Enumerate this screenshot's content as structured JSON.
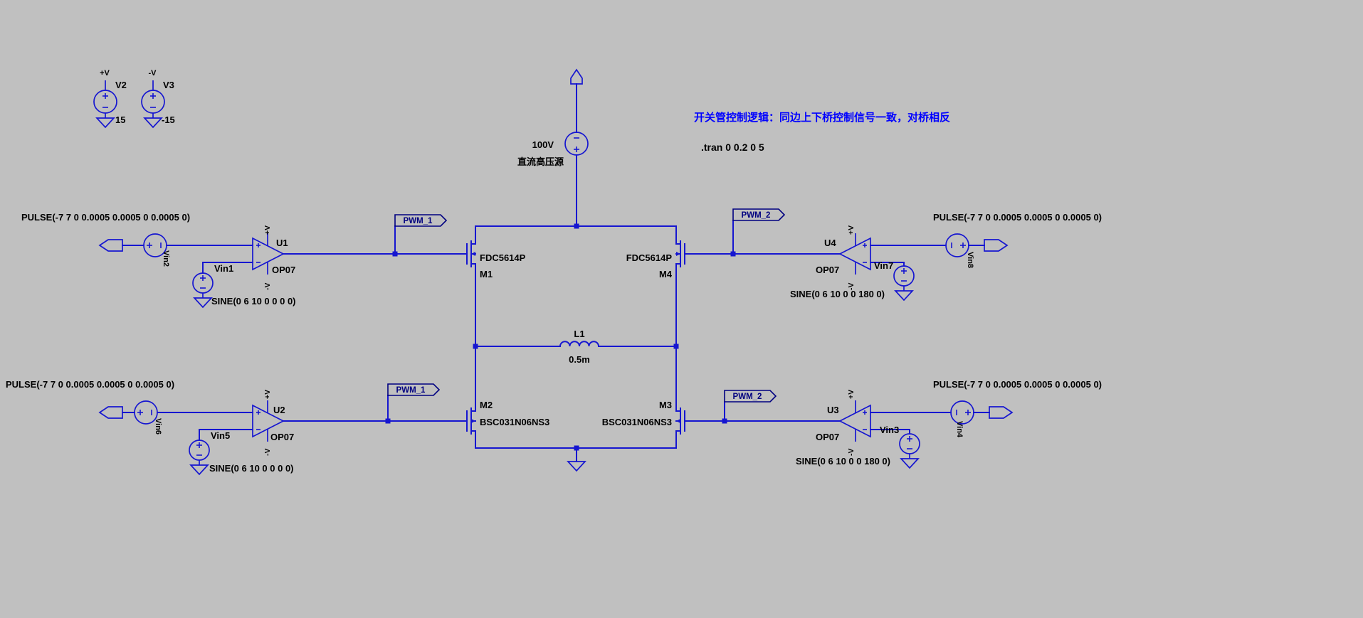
{
  "colors": {
    "background": "#c0c0c0",
    "wire": "#1616d0",
    "flag": "#000080",
    "comment": "#0000ff",
    "text": "#000000"
  },
  "rails": {
    "v2": {
      "flag": "+V",
      "name": "V2",
      "value": "15"
    },
    "v3": {
      "flag": "-V",
      "name": "V3",
      "value": "-15"
    }
  },
  "hv": {
    "value": "100V",
    "label": "直流高压源"
  },
  "note": {
    "text": "开关管控制逻辑：同边上下桥控制信号一致，对桥相反"
  },
  "directive": {
    "text": ".tran 0 0.2 0 5"
  },
  "flags": {
    "pwm1": "PWM_1",
    "pwm2": "PWM_2"
  },
  "bridge": {
    "m1_model": "FDC5614P",
    "m1_name": "M1",
    "m4_model": "FDC5614P",
    "m4_name": "M4",
    "m2_name": "M2",
    "m2_model": "BSC031N06NS3",
    "m3_name": "M3",
    "m3_model": "BSC031N06NS3",
    "l1_name": "L1",
    "l1_value": "0.5m"
  },
  "cells": {
    "tl": {
      "pulse": "PULSE(-7 7 0 0.0005 0.0005 0 0.0005 0)",
      "pulse_name": "Vin2",
      "amp_name": "U1",
      "amp_model": "OP07",
      "vplus": "+V",
      "vminus": "-V",
      "sine_name": "Vin1",
      "sine": "SINE(0 6 10 0 0 0 0)"
    },
    "tr": {
      "pulse": "PULSE(-7 7 0 0.0005 0.0005 0 0.0005 0)",
      "pulse_name": "Vin8",
      "amp_name": "U4",
      "amp_model": "OP07",
      "vplus": "+V",
      "vminus": "-V",
      "sine_name": "Vin7",
      "sine": "SINE(0 6 10 0 0 180 0)"
    },
    "bl": {
      "pulse": "PULSE(-7 7 0 0.0005 0.0005 0 0.0005 0)",
      "pulse_name": "Vin6",
      "amp_name": "U2",
      "amp_model": "OP07",
      "vplus": "+V",
      "vminus": "-V",
      "sine_name": "Vin5",
      "sine": "SINE(0 6 10 0 0 0 0)"
    },
    "br": {
      "pulse": "PULSE(-7 7 0 0.0005 0.0005 0 0.0005 0)",
      "pulse_name": "Vin4",
      "amp_name": "U3",
      "amp_model": "OP07",
      "vplus": "+V",
      "vminus": "-V",
      "sine_name": "Vin3",
      "sine": "SINE(0 6 10 0 0 180 0)"
    }
  }
}
